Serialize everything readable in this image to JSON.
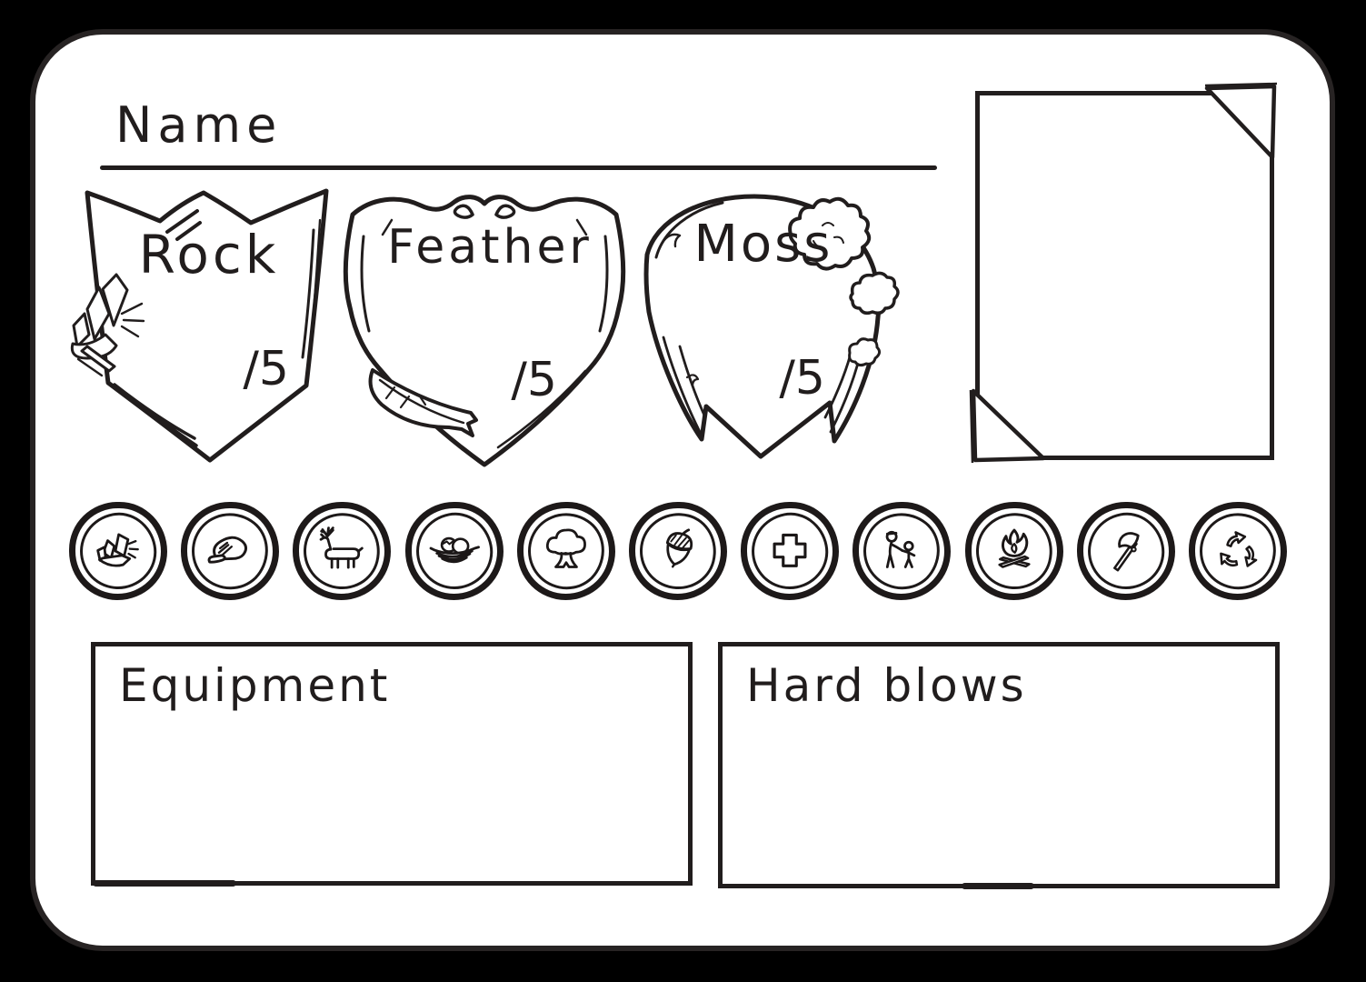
{
  "colors": {
    "page_background": "#000000",
    "paper": "#ffffff",
    "ink": "#211d1d"
  },
  "name_field": {
    "label": "Name",
    "value": ""
  },
  "shields": [
    {
      "label": "Rock",
      "score_slot": "/5",
      "decoration": "crystal-cluster"
    },
    {
      "label": "Feather",
      "score_slot": "/5",
      "decoration": "feather-quill"
    },
    {
      "label": "Moss",
      "score_slot": "/5",
      "decoration": "moss-clump"
    }
  ],
  "badges": [
    {
      "icon": "crystals"
    },
    {
      "icon": "rock"
    },
    {
      "icon": "deer"
    },
    {
      "icon": "bird-nest"
    },
    {
      "icon": "tree"
    },
    {
      "icon": "acorn"
    },
    {
      "icon": "first-aid-cross"
    },
    {
      "icon": "adult-and-child"
    },
    {
      "icon": "campfire"
    },
    {
      "icon": "hatchet"
    },
    {
      "icon": "recycling"
    }
  ],
  "sections": [
    {
      "label": "Equipment"
    },
    {
      "label": "Hard blows"
    }
  ]
}
